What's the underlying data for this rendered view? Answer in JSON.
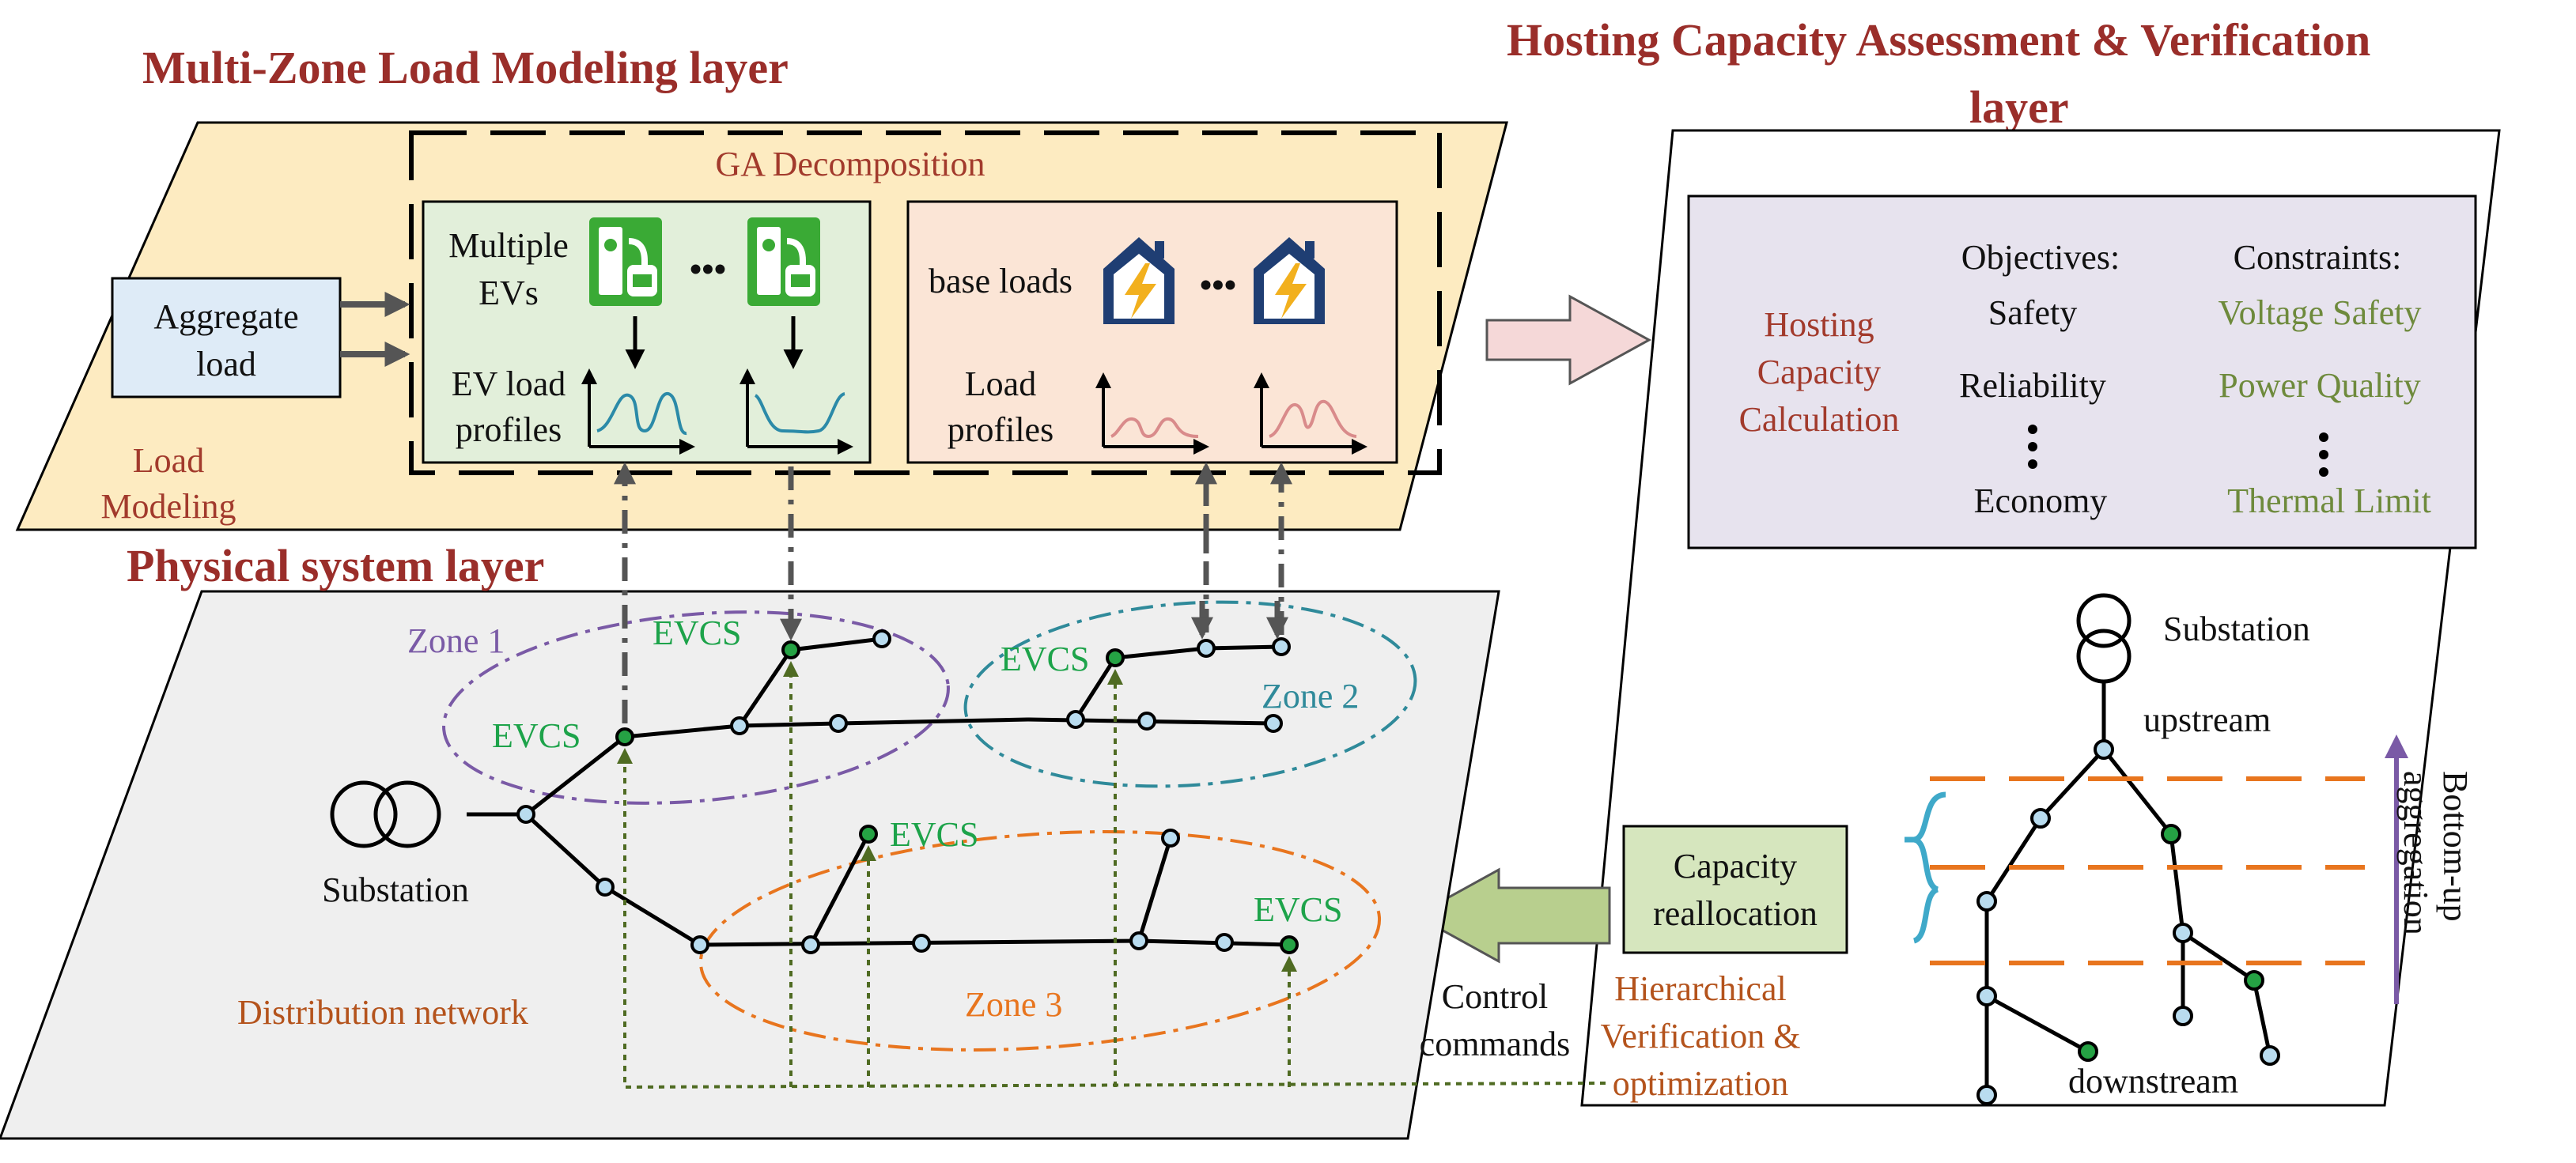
{
  "titles": {
    "load_layer": "Multi-Zone Load Modeling layer",
    "hosting_layer_line1": "Hosting Capacity Assessment & Verification",
    "hosting_layer_line2": "layer",
    "physical_layer": "Physical system layer"
  },
  "load_modeling": {
    "ga_decomposition": "GA Decomposition",
    "aggregate_line1": "Aggregate",
    "aggregate_line2": "load",
    "load_modeling_line1": "Load",
    "load_modeling_line2": "Modeling",
    "multiple_evs_line1": "Multiple",
    "multiple_evs_line2": "EVs",
    "ev_profiles_line1": "EV load",
    "ev_profiles_line2": "profiles",
    "base_loads": "base loads",
    "load_profiles_line1": "Load",
    "load_profiles_line2": "profiles",
    "ellipsis": "•••"
  },
  "hosting": {
    "calc_line1": "Hosting",
    "calc_line2": "Capacity",
    "calc_line3": "Calculation",
    "objectives_title": "Objectives:",
    "objectives": [
      "Safety",
      "Reliability",
      "Economy"
    ],
    "constraints_title": "Constraints:",
    "constraints": [
      "Voltage Safety",
      "Power Quality",
      "Thermal Limit"
    ],
    "substation": "Substation",
    "upstream": "upstream",
    "downstream": "downstream",
    "bottom_up_line1": "Bottom-up",
    "bottom_up_line2": "aggregation",
    "capacity_line1": "Capacity",
    "capacity_line2": "reallocation",
    "hier_line1": "Hierarchical",
    "hier_line2": "Verification &",
    "hier_line3": "optimization"
  },
  "physical": {
    "zones": [
      "Zone 1",
      "Zone 2",
      "Zone 3"
    ],
    "evcs": "EVCS",
    "substation": "Substation",
    "distribution_network": "Distribution network",
    "control_line1": "Control",
    "control_line2": "commands"
  },
  "colors": {
    "title": "#9a2e2a",
    "load_panel": "#fdebc1",
    "physical_panel": "#efefef",
    "ev_box": "#e2efda",
    "base_box": "#fbe5d6",
    "calc_box": "#e7e3ee",
    "aggregate_box": "#deebf7",
    "capacity_box": "#d6e6be",
    "evcs_text": "#1da34a",
    "zone1": "#7a5aa6",
    "zone2": "#2f8a9a",
    "zone3": "#e8751e",
    "aggregation_arrow": "#7a5aa6"
  }
}
